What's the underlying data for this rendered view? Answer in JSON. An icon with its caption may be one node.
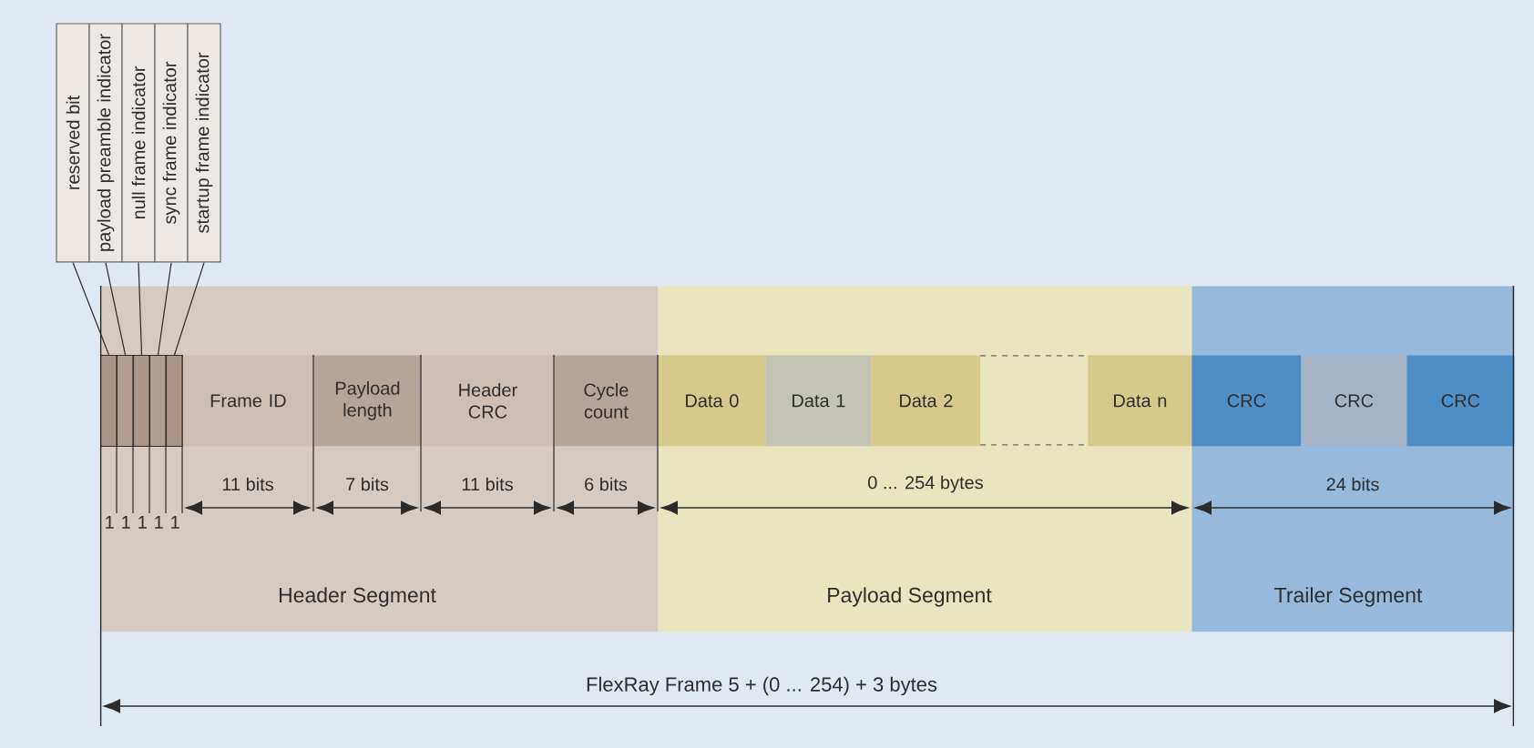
{
  "diagram": {
    "nodes": [
      {
        "text": [
          "reserved bit"
        ]
      },
      {
        "text": [
          "payload preamble indicator"
        ]
      },
      {
        "text": [
          "null frame indicator"
        ]
      },
      {
        "text": [
          "sync frame indicator"
        ]
      },
      {
        "text": [
          "startup frame indicator"
        ]
      },
      {
        "text": [
          "Header Segment"
        ]
      },
      {
        "text": [],
        "shape": "box",
        "in": 5,
        "beside": [
          "1"
        ]
      },
      {
        "text": [],
        "shape": "box",
        "in": 5,
        "beside": [
          "1"
        ]
      },
      {
        "text": [],
        "shape": "box",
        "in": 5,
        "beside": [
          "1"
        ]
      },
      {
        "text": [],
        "shape": "box",
        "in": 5,
        "beside": [
          "1"
        ]
      },
      {
        "text": [],
        "shape": "box",
        "in": 5,
        "beside": [
          "1"
        ]
      },
      {
        "text": [
          "Frame ID"
        ],
        "in": 5
      },
      {
        "text": [
          "Payload length"
        ],
        "in": 5
      },
      {
        "text": [
          "Header CRC"
        ],
        "in": 5
      },
      {
        "text": [
          "Cycle count"
        ],
        "in": 5
      },
      {
        "text": [
          "Payload Segment"
        ]
      },
      {
        "text": [
          "Data 0"
        ],
        "in": 15
      },
      {
        "text": [
          "Data 1"
        ],
        "in": 15
      },
      {
        "text": [
          "Data 2"
        ],
        "in": 15
      },
      {
        "text": [],
        "shape": "box",
        "in": 15
      },
      {
        "text": [
          "Data n"
        ],
        "in": 15
      },
      {
        "text": [
          "Trailer Segment"
        ]
      },
      {
        "text": [
          "CRC"
        ],
        "in": 21
      },
      {
        "text": [
          "CRC"
        ],
        "in": 21
      },
      {
        "text": [
          "CRC"
        ],
        "in": 21
      }
    ],
    "edges": [
      {
        "from": 0,
        "to": 6,
        "arrow": "none"
      },
      {
        "from": 1,
        "to": 7,
        "arrow": "none"
      },
      {
        "from": 2,
        "to": 8,
        "arrow": "none"
      },
      {
        "from": 3,
        "to": 9,
        "arrow": "none"
      },
      {
        "from": 4,
        "to": 10,
        "arrow": "none"
      }
    ],
    "labels": [
      "11 bits",
      "7 bits",
      "11 bits",
      "6 bits",
      "0 ... 254 bytes",
      "24 bits",
      "FlexRay Frame 5 + (0 ... 254) + 3 bytes"
    ]
  }
}
